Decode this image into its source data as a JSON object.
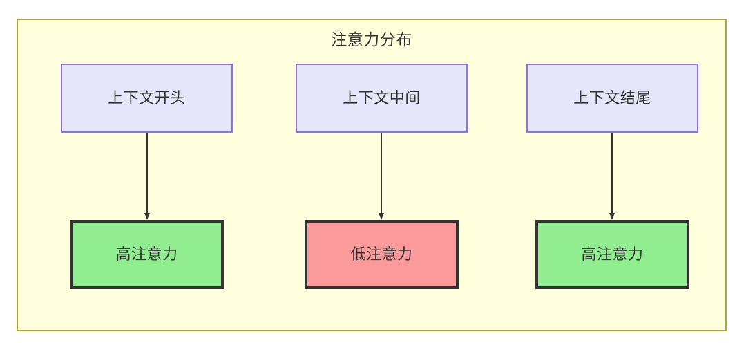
{
  "diagram": {
    "title": "注意力分布",
    "colors": {
      "container_fill": "#ffffdd",
      "container_border": "#aaaa33",
      "context_fill": "#e6e6fa",
      "context_border": "#9370db",
      "high_attention_fill": "#90ee90",
      "low_attention_fill": "#fa9a9a",
      "node_border": "#333333",
      "edge": "#333333",
      "text": "#333333"
    },
    "context_nodes": [
      {
        "label": "上下文开头"
      },
      {
        "label": "上下文中间"
      },
      {
        "label": "上下文结尾"
      }
    ],
    "attention_nodes": [
      {
        "label": "高注意力",
        "level": "high"
      },
      {
        "label": "低注意力",
        "level": "low"
      },
      {
        "label": "高注意力",
        "level": "high"
      }
    ],
    "edges": [
      {
        "from": "上下文开头",
        "to": "高注意力"
      },
      {
        "from": "上下文中间",
        "to": "低注意力"
      },
      {
        "from": "上下文结尾",
        "to": "高注意力"
      }
    ]
  }
}
